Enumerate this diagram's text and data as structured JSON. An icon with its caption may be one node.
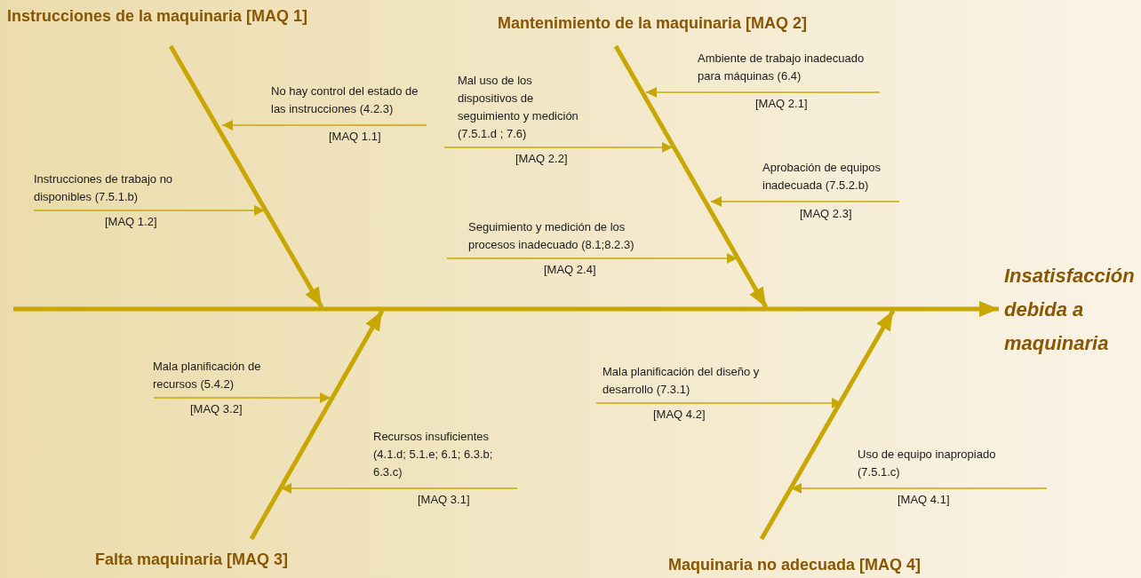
{
  "diagram": {
    "nodes": [
      {
        "text": [
          "Instrucciones de la maquinaria [MAQ 1]"
        ]
      },
      {
        "text": [
          "Mantenimiento de la maquinaria [MAQ 2]"
        ]
      },
      {
        "text": [
          "No hay control del estado de las instrucciones (4.2.3)"
        ],
        "beside": [
          "[MAQ 1.1]"
        ]
      },
      {
        "text": [
          "Ambiente de trabajo inadecuado para máquinas (6.4)"
        ],
        "beside": [
          "[MAQ 2.1]"
        ]
      },
      {
        "text": [
          "Mal uso de los dispositivos de seguimiento y medición (7.5.1.d ; 7.6)"
        ],
        "beside": [
          "[MAQ 2.2]"
        ]
      },
      {
        "text": [
          "Instrucciones de trabajo no disponibles (7.5.1.b)"
        ],
        "beside": [
          "[MAQ 1.2]"
        ]
      },
      {
        "text": [
          "Aprobación de equipos inadecuada (7.5.2.b)"
        ],
        "beside": [
          "[MAQ 2.3]"
        ]
      },
      {
        "text": [
          "Seguimiento y medición de los procesos inadecuado (8.1;8.2.3)"
        ],
        "beside": [
          "[MAQ 2.4]"
        ]
      },
      {
        "text": [
          "Insatisfacción debida a maquinaria"
        ]
      },
      {
        "text": [
          "Mala planificación de recursos (5.4.2)"
        ],
        "beside": [
          "[MAQ 3.2]"
        ]
      },
      {
        "text": [
          "Mala planificación del diseño y desarrollo (7.3.1)"
        ],
        "beside": [
          "[MAQ 4.2]"
        ]
      },
      {
        "text": [
          "Recursos insuficientes (4.1.d; 5.1.e; 6.1; 6.3.b; 6.3.c)"
        ],
        "beside": [
          "[MAQ 3.1]"
        ]
      },
      {
        "text": [
          "Uso de equipo inapropiado (7.5.1.c)"
        ],
        "beside": [
          "[MAQ 4.1]"
        ]
      },
      {
        "text": [
          "Falta maquinaria [MAQ 3]"
        ]
      },
      {
        "text": [
          "Maquinaria no adecuada [MAQ 4]"
        ]
      }
    ],
    "edges": [
      {
        "from": null,
        "to": 8,
        "arrow": "to",
        "style": "thick"
      },
      {
        "from": 0,
        "to": null,
        "arrow": "to",
        "style": "thick"
      },
      {
        "from": 1,
        "to": null,
        "arrow": "to",
        "style": "thick"
      },
      {
        "from": 13,
        "to": null,
        "arrow": "to",
        "style": "thick"
      },
      {
        "from": 14,
        "to": null,
        "arrow": "to",
        "style": "thick"
      },
      {
        "from": 2,
        "to": null,
        "arrow": "to"
      },
      {
        "from": 5,
        "to": null,
        "arrow": "to"
      },
      {
        "from": 4,
        "to": null,
        "arrow": "to"
      },
      {
        "from": 3,
        "to": null,
        "arrow": "to"
      },
      {
        "from": 6,
        "to": null,
        "arrow": "to"
      },
      {
        "from": 7,
        "to": null,
        "arrow": "to"
      },
      {
        "from": 9,
        "to": null,
        "arrow": "to"
      },
      {
        "from": 11,
        "to": null,
        "arrow": "to"
      },
      {
        "from": 10,
        "to": null,
        "arrow": "to"
      },
      {
        "from": 12,
        "to": null,
        "arrow": "to"
      }
    ]
  }
}
